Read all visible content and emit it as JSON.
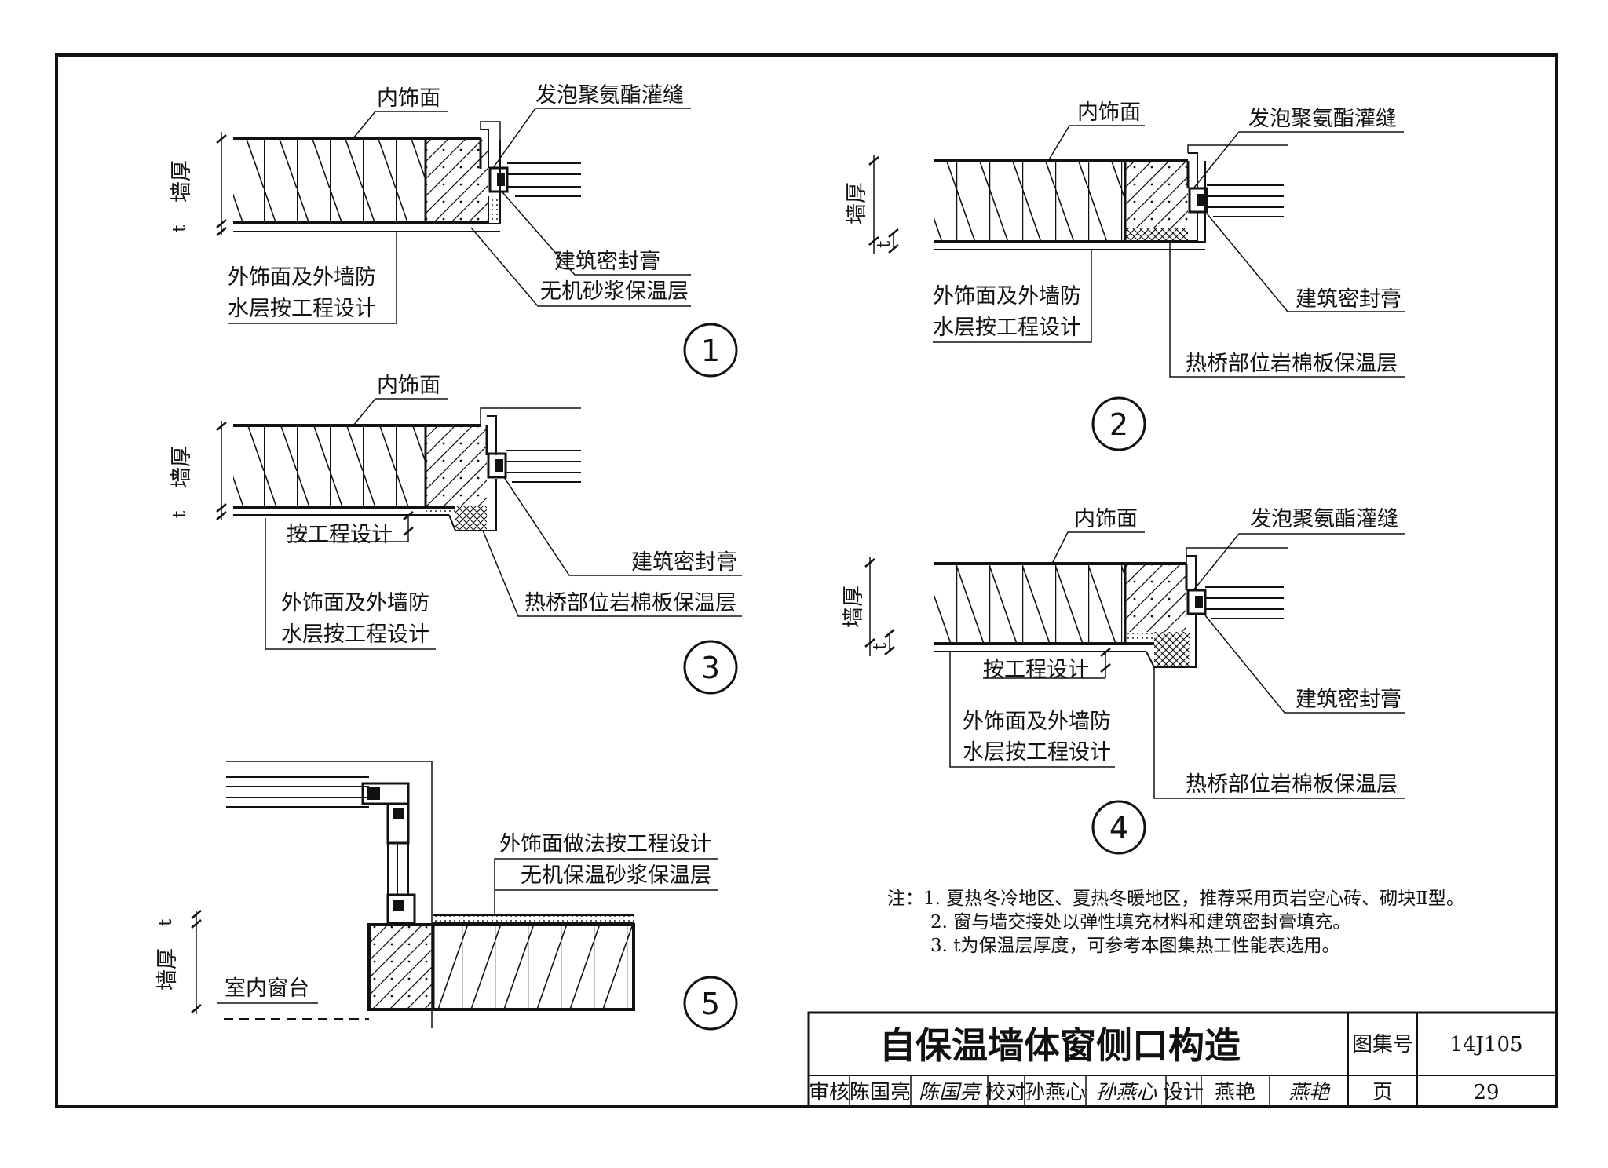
{
  "labels": {
    "inner_finish": "内饰面",
    "pu_foam": "发泡聚氨酯灌缝",
    "sealant": "建筑密封膏",
    "inorganic_mortar": "无机砂浆保温层",
    "rockwool": "热桥部位岩棉板保温层",
    "outer_line1": "外饰面及外墙防",
    "outer_line2": "水层按工程设计",
    "per_design": "按工程设计",
    "wall_thickness": "墙厚",
    "t": "t",
    "outer_method": "外饰面做法按工程设计",
    "inorganic_insul_mortar": "无机保温砂浆保温层",
    "indoor_sill": "室内窗台"
  },
  "detail_numbers": [
    "1",
    "2",
    "3",
    "4",
    "5"
  ],
  "notes": [
    "注：1. 夏热冬冷地区、夏热冬暖地区，推荐采用页岩空心砖、砌块Ⅱ型。",
    "2. 窗与墙交接处以弹性填充材料和建筑密封膏填充。",
    "3. t为保温层厚度，可参考本图集热工性能表选用。"
  ],
  "title_block": {
    "title": "自保温墙体窗侧口构造",
    "atlas_label": "图集号",
    "atlas_no": "14J105",
    "review_label": "审核",
    "reviewer": "陈国亮",
    "reviewer_sig": "陈国亮",
    "check_label": "校对",
    "checker": "孙燕心",
    "checker_sig": "孙燕心",
    "design_label": "设计",
    "designer": "燕艳",
    "designer_sig": "燕艳",
    "page_label": "页",
    "page_no": "29"
  }
}
